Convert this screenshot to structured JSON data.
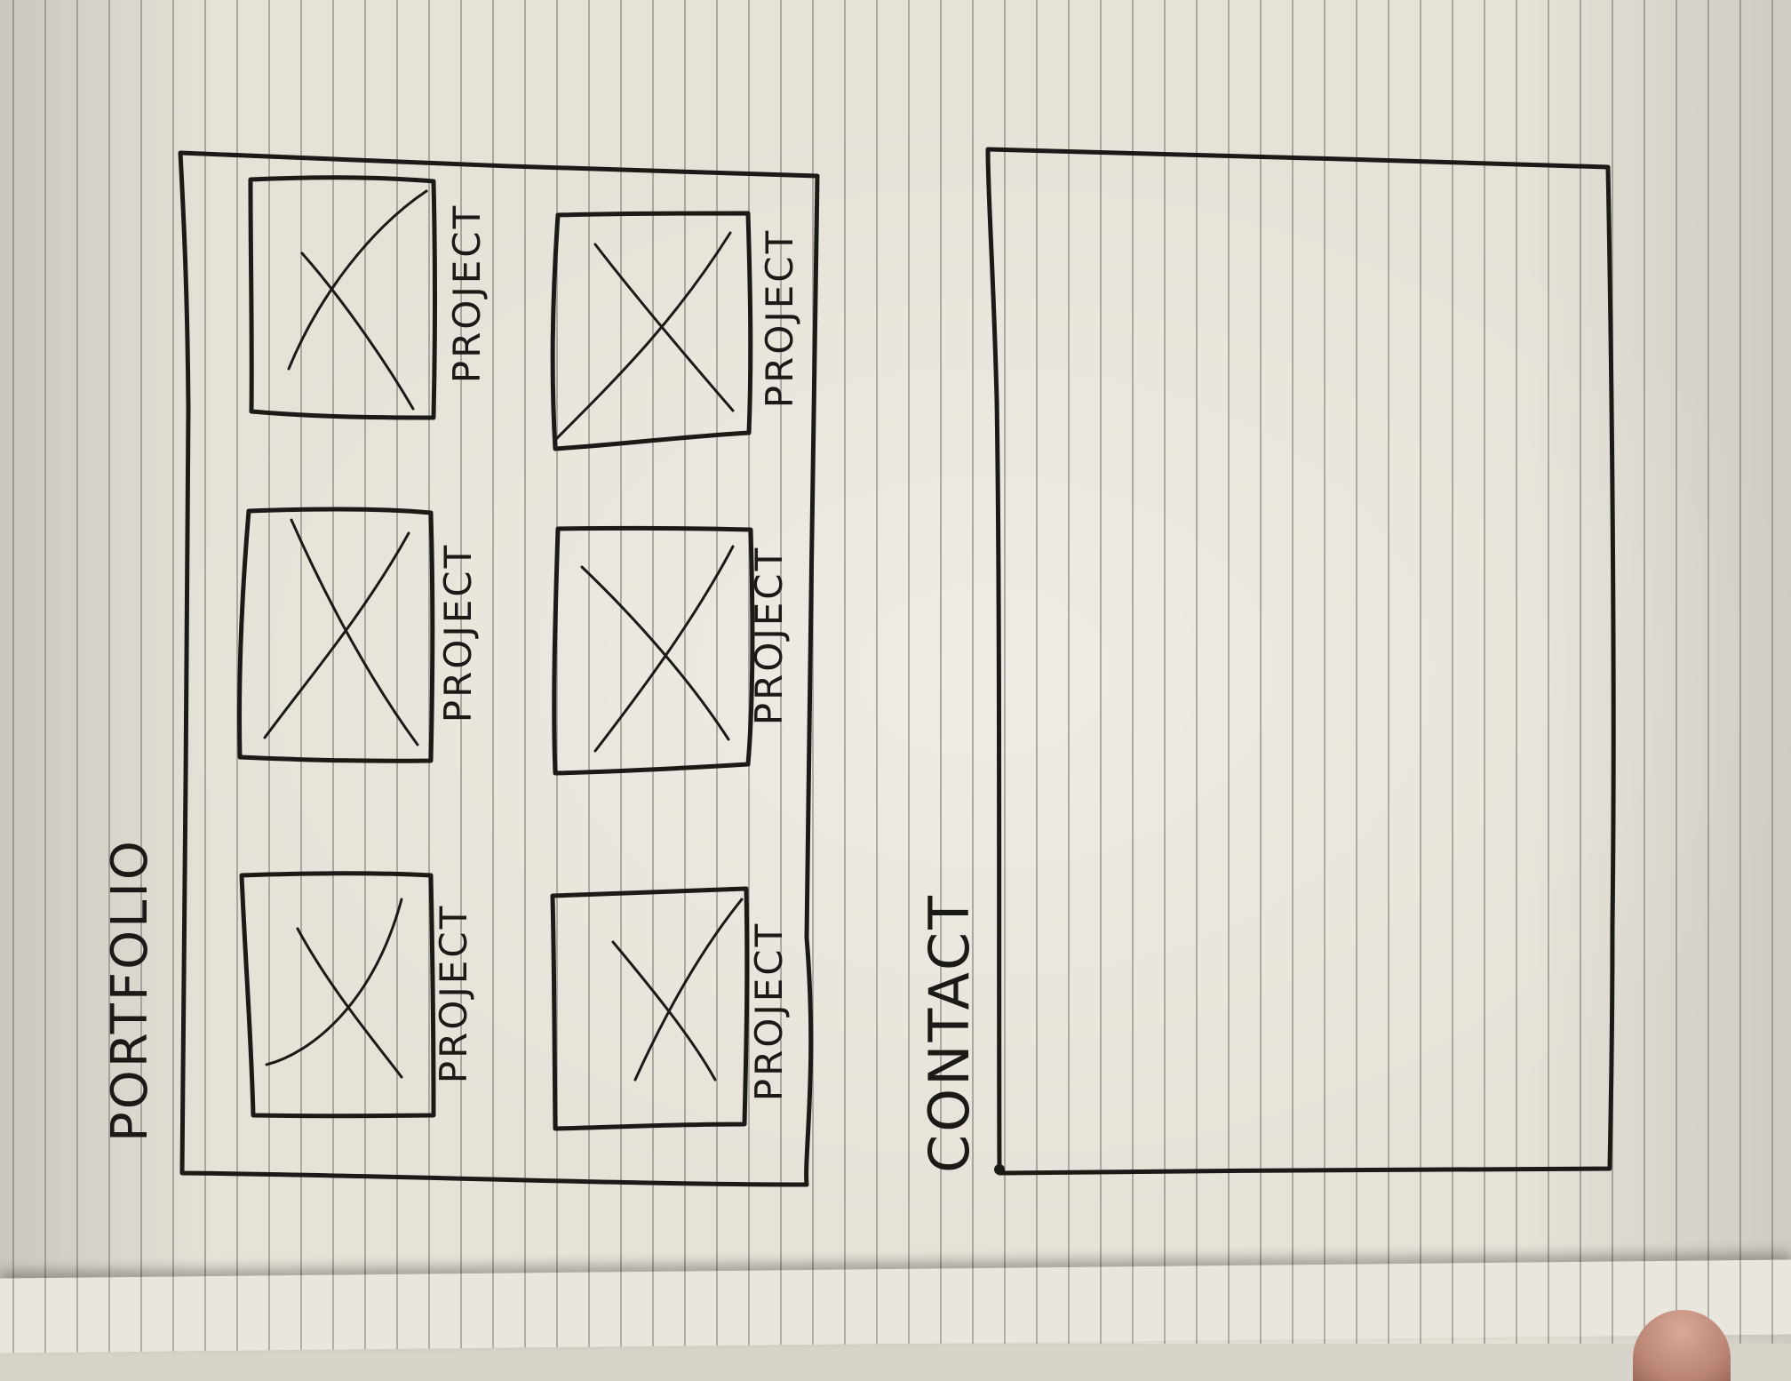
{
  "sketch": {
    "portfolio_title": "PORTFOLIO",
    "contact_title": "CONTACT",
    "projects": [
      {
        "label": "PROJECT"
      },
      {
        "label": "PROJECT"
      },
      {
        "label": "PROJECT"
      },
      {
        "label": "PROJECT"
      },
      {
        "label": "PROJECT"
      },
      {
        "label": "PROJECT"
      }
    ]
  },
  "colors": {
    "ink": "#1c1a17",
    "paper": "#e6e2d8",
    "rule_line": "#78766f"
  }
}
